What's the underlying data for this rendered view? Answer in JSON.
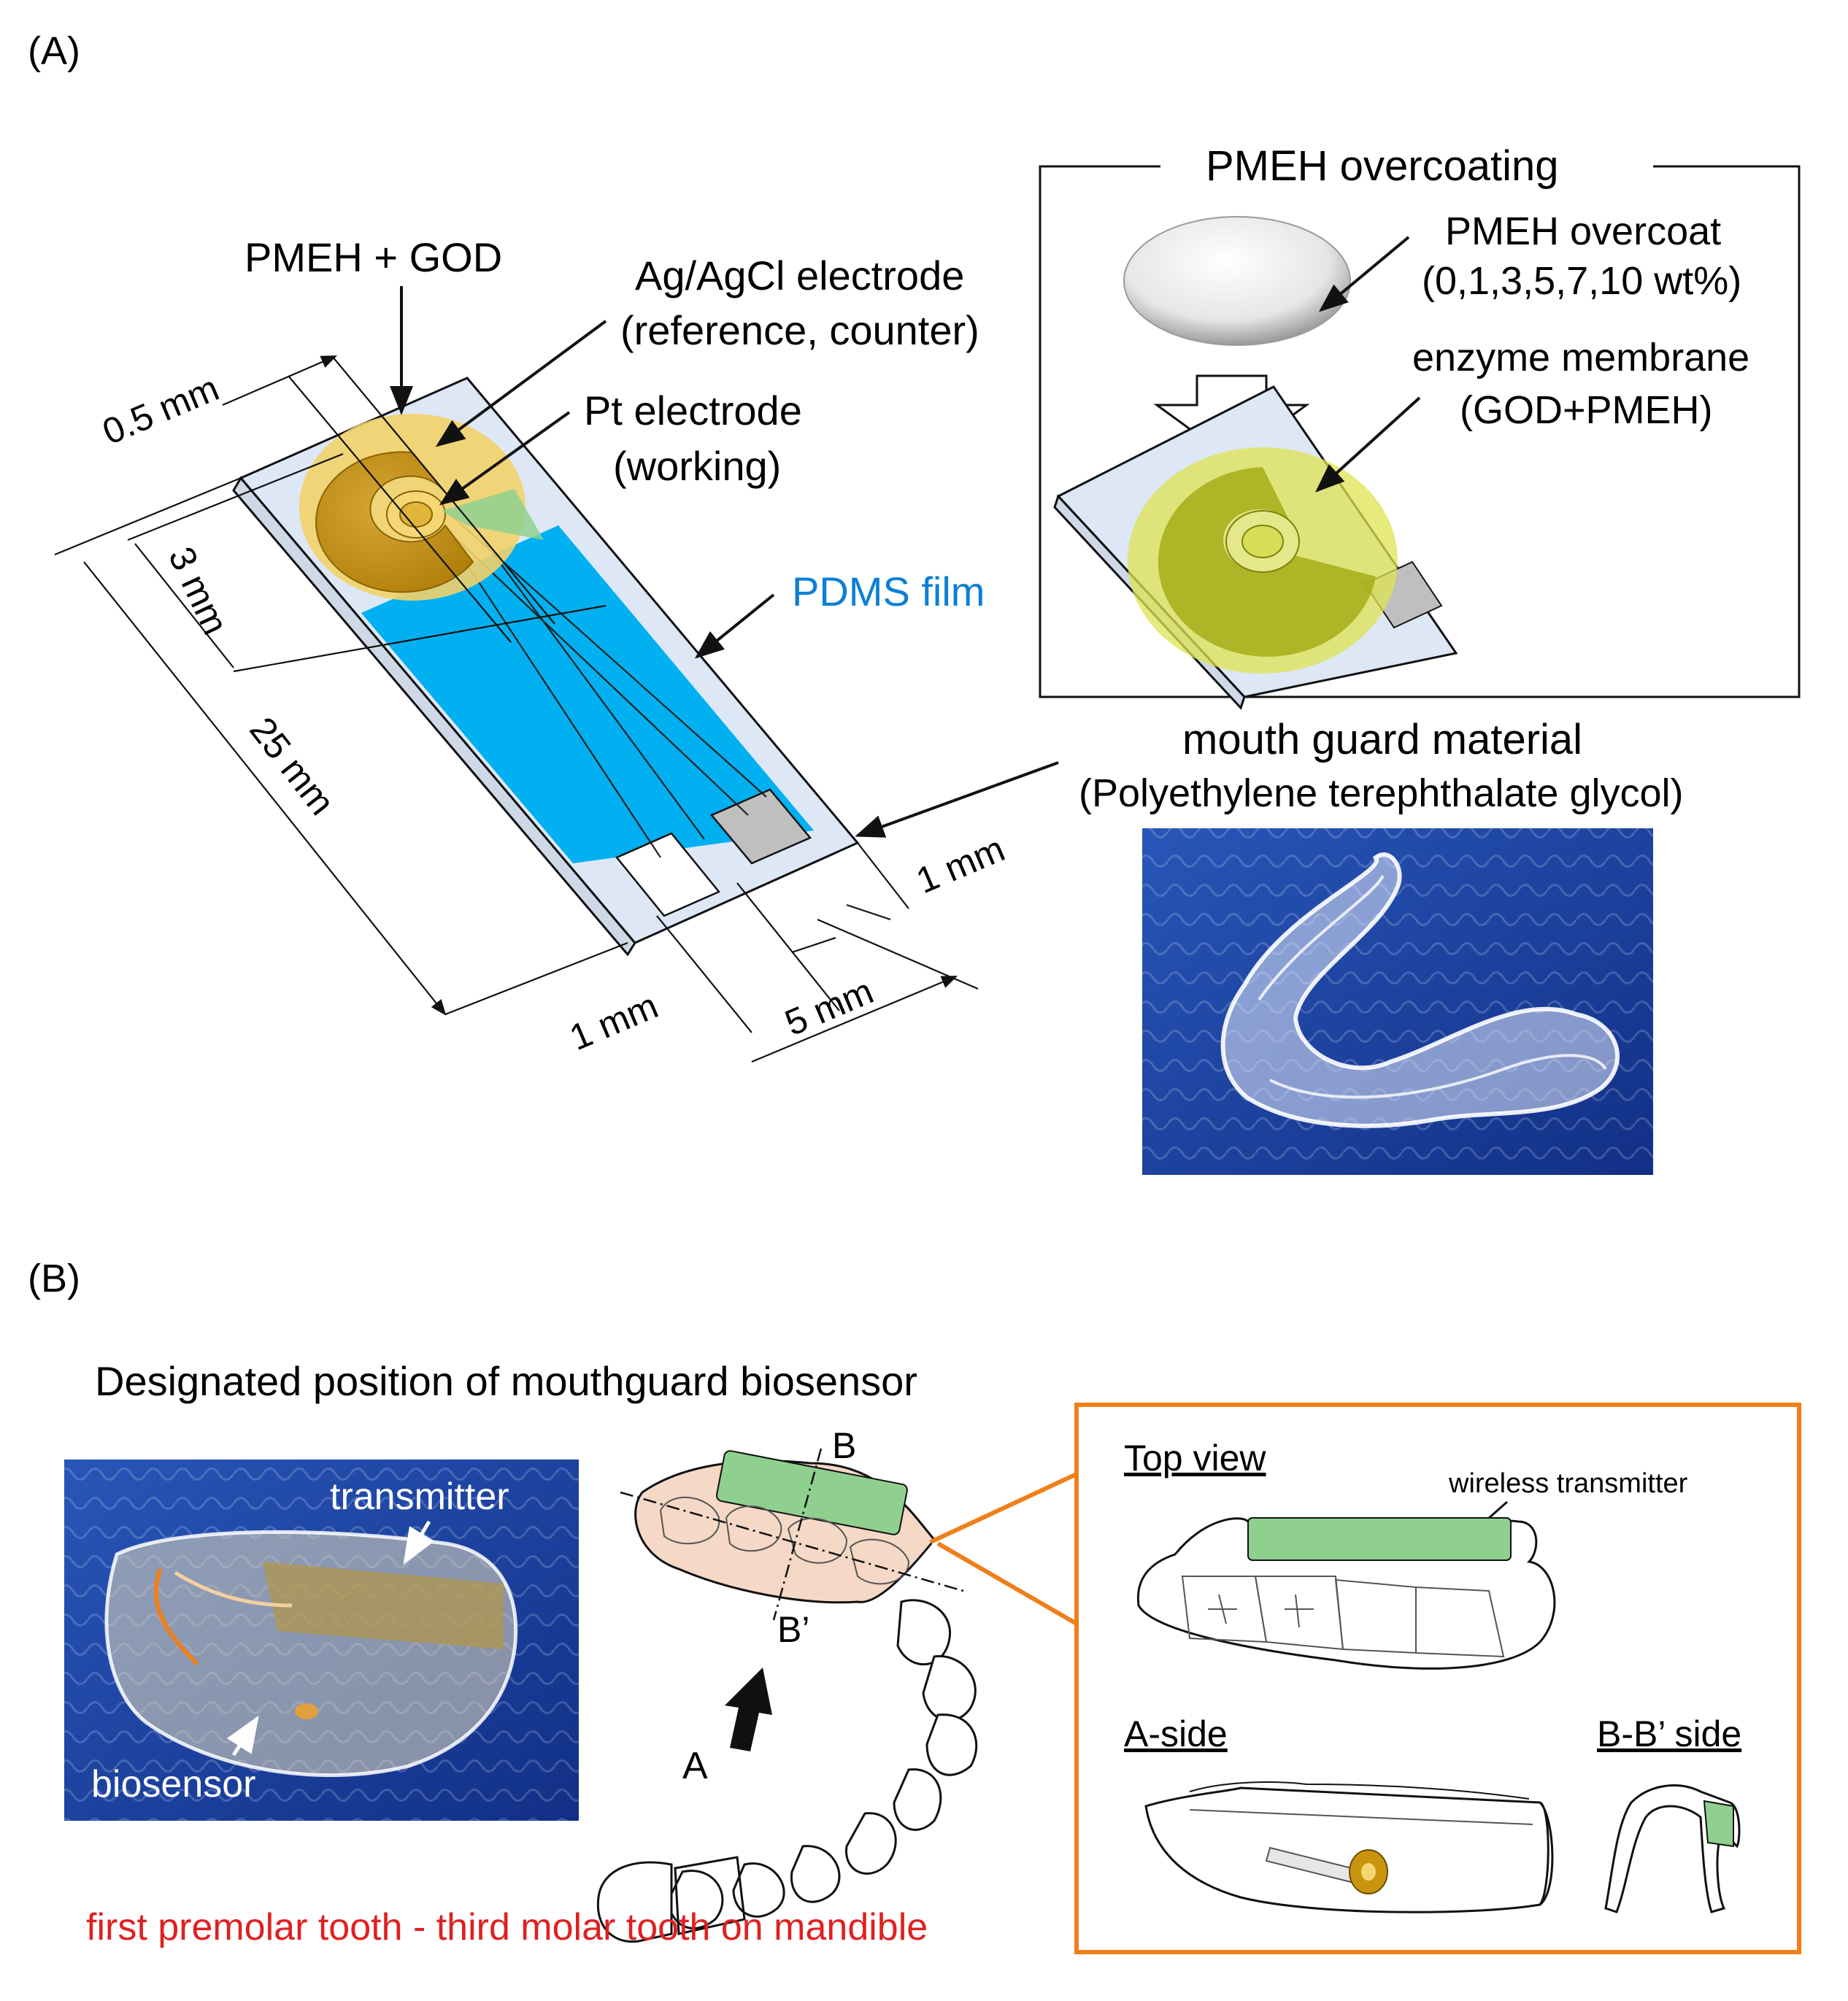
{
  "panel_a": {
    "label": "(A)",
    "sensor": {
      "pmeh_god": "PMEH + GOD",
      "agagcl_line1": "Ag/AgCl electrode",
      "agagcl_line2": "(reference, counter)",
      "pt_line1": "Pt electrode",
      "pt_line2": "(working)",
      "pdms": "PDMS film",
      "dim_05": "0.5 mm",
      "dim_3": "3 mm",
      "dim_25": "25 mm",
      "dim_1a": "1 mm",
      "dim_1b": "1 mm",
      "dim_5": "5 mm"
    },
    "overcoating": {
      "title": "PMEH overcoating",
      "overcoat_line1": "PMEH overcoat",
      "overcoat_line2": "(0,1,3,5,7,10 wt%)",
      "membrane_line1": "enzyme membrane",
      "membrane_line2": "(GOD+PMEH)"
    },
    "mouthguard": {
      "line1": "mouth guard material",
      "line2": "(Polyethylene terephthalate glycol)"
    }
  },
  "panel_b": {
    "label": "(B)",
    "title": "Designated position of mouthguard biosensor",
    "photo": {
      "transmitter": "transmitter",
      "biosensor": "biosensor"
    },
    "jaw": {
      "b": "B",
      "b_prime": "B’",
      "a": "A"
    },
    "caption": "first premolar tooth - third molar tooth on mandible",
    "detail": {
      "top_view": "Top view",
      "wireless": "wireless transmitter",
      "a_side": "A-side",
      "bb_side": "B-B’ side"
    }
  },
  "colors": {
    "pdms_blue": "#00b0f0",
    "gold": "#c9950f",
    "green_pad": "#8fd08f",
    "yellow_membrane": "#c9d13a",
    "photo_blue": "#1b3f9e",
    "orange_frame": "#f07f1a",
    "caption_red": "#e02020",
    "pdms_text_blue": "#0b7fd6"
  }
}
